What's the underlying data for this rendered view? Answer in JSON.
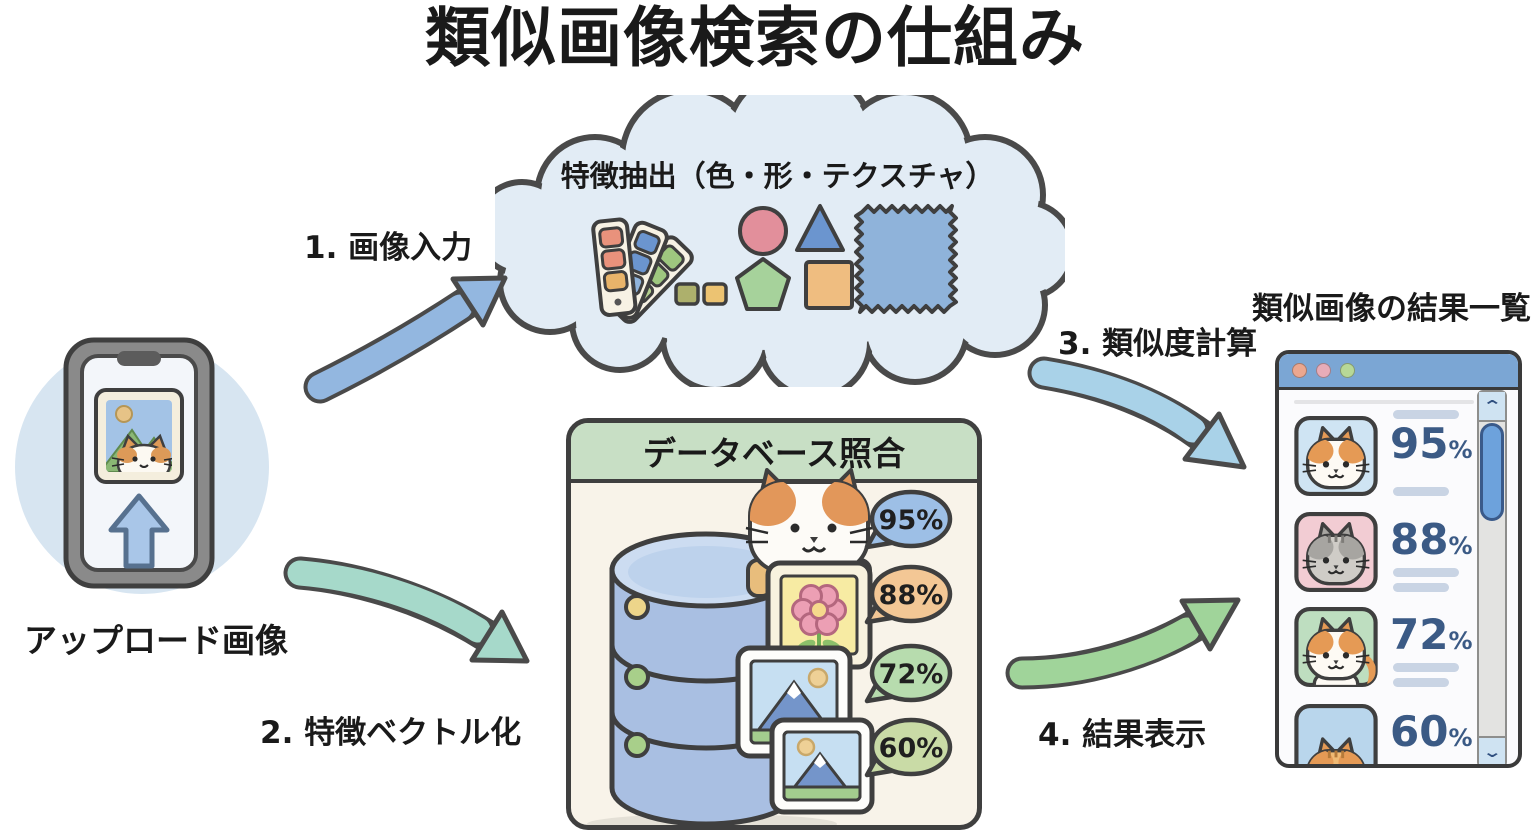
{
  "title": "類似画像検索の仕組み",
  "steps": [
    {
      "label": "1. 画像入力"
    },
    {
      "label": "2. 特徴ベクトル化"
    },
    {
      "label": "3. 類似度計算"
    },
    {
      "label": "4. 結果表示"
    }
  ],
  "upload": {
    "label": "アップロード画像"
  },
  "feature_extraction": {
    "title": "特徴抽出（色・形・テクスチャ）",
    "icons": [
      "color-palette",
      "circle-shape",
      "triangle-shape",
      "pentagon-shape",
      "square-shape",
      "texture-swatch"
    ]
  },
  "database": {
    "title": "データベース照合",
    "bubbles": [
      {
        "value": "95%",
        "color": "#9dbfe6"
      },
      {
        "value": "88%",
        "color": "#f3c795"
      },
      {
        "value": "72%",
        "color": "#b7dcae"
      },
      {
        "value": "60%",
        "color": "#c9dba6"
      }
    ]
  },
  "results": {
    "title": "類似画像の結果一覧",
    "items": [
      {
        "score": "95",
        "percent": "%",
        "thumb": "orange-cat"
      },
      {
        "score": "88",
        "percent": "%",
        "thumb": "gray-cat"
      },
      {
        "score": "72",
        "percent": "%",
        "thumb": "orange-white-cat"
      },
      {
        "score": "60",
        "percent": "%",
        "thumb": "tabby-cat"
      }
    ]
  },
  "colors": {
    "outline": "#4a4a4a",
    "arrow_blue": "#93b7e0",
    "arrow_teal": "#a6d9ca",
    "arrow_cyan": "#a9d2e8",
    "arrow_green": "#a0d49a",
    "db_header_green": "#c8dfc5",
    "db_body_cream": "#f8f3e9",
    "browser_titlebar_blue": "#7ba6d4",
    "score_text_blue": "#3b5a85",
    "cloud_fill": "#e2ecf5"
  }
}
